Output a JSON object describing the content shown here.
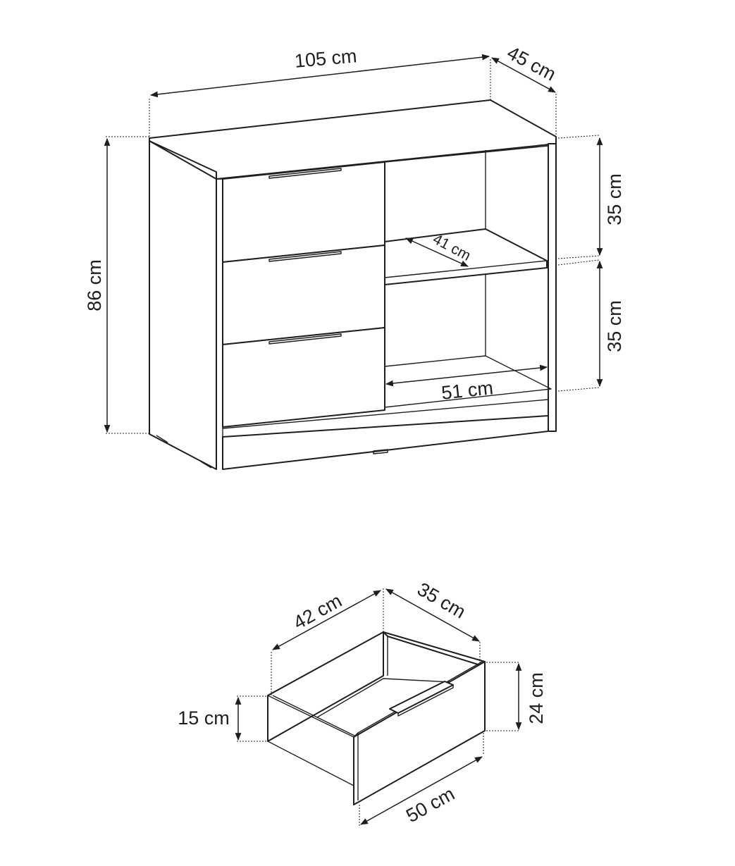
{
  "dresser": {
    "width_label": "105 cm",
    "depth_label": "45 cm",
    "height_label": "86 cm",
    "upper_shelf_height_label": "35 cm",
    "lower_shelf_height_label": "35 cm",
    "shelf_depth_label": "41 cm",
    "shelf_width_label": "51 cm"
  },
  "drawer": {
    "inner_width_label": "42 cm",
    "inner_depth_label": "35 cm",
    "back_height_label": "15 cm",
    "front_height_label": "24 cm",
    "front_width_label": "50 cm"
  },
  "colors": {
    "line": "#1e1e1e",
    "background": "#ffffff"
  }
}
